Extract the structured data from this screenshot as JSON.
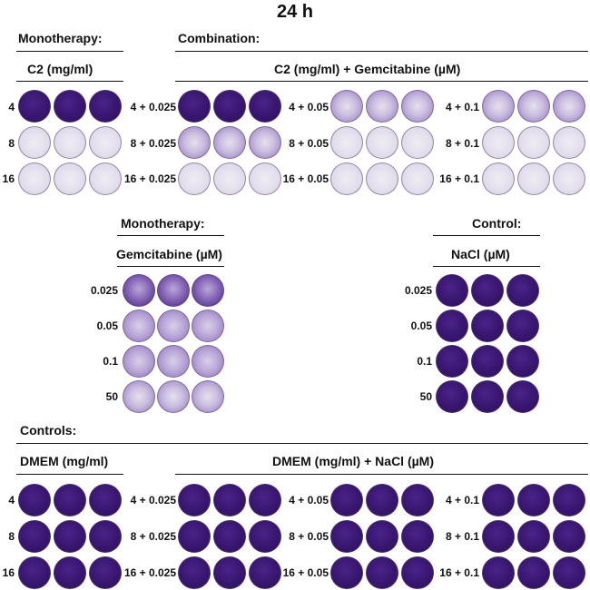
{
  "title": "24 h",
  "sections": {
    "monotherapy_top": "Monotherapy:",
    "combination": "Combination:",
    "c2_unit": "C2 (mg/ml)",
    "combo_unit": "C2 (mg/ml) + Gemcitabine (µM)",
    "monotherapy_mid": "Monotherapy:",
    "gem_unit": "Gemcitabine (µM)",
    "control_mid": "Control:",
    "nacl_unit": "NaCl (µM)",
    "controls_bottom": "Controls:",
    "dmem_unit": "DMEM (mg/ml)",
    "dmem_nacl_unit": "DMEM (mg/ml)  + NaCl (µM)"
  },
  "row_labels": {
    "c2": [
      "4",
      "8",
      "16"
    ],
    "combo_025": [
      "4 + 0.025",
      "8 + 0.025",
      "16 + 0.025"
    ],
    "combo_05": [
      "4 + 0.05",
      "8 + 0.05",
      "16 + 0.05"
    ],
    "combo_1": [
      "4 + 0.1",
      "8 + 0.1",
      "16 + 0.1"
    ],
    "gem": [
      "0.025",
      "0.05",
      "0.1",
      "50"
    ],
    "nacl": [
      "0.025",
      "0.05",
      "0.1",
      "50"
    ],
    "dmem": [
      "4",
      "8",
      "16"
    ]
  },
  "colors": {
    "stain_dark": "#3c1a78",
    "stain_medium": "#7a5aa8",
    "stain_light": "#dcd6ea"
  }
}
